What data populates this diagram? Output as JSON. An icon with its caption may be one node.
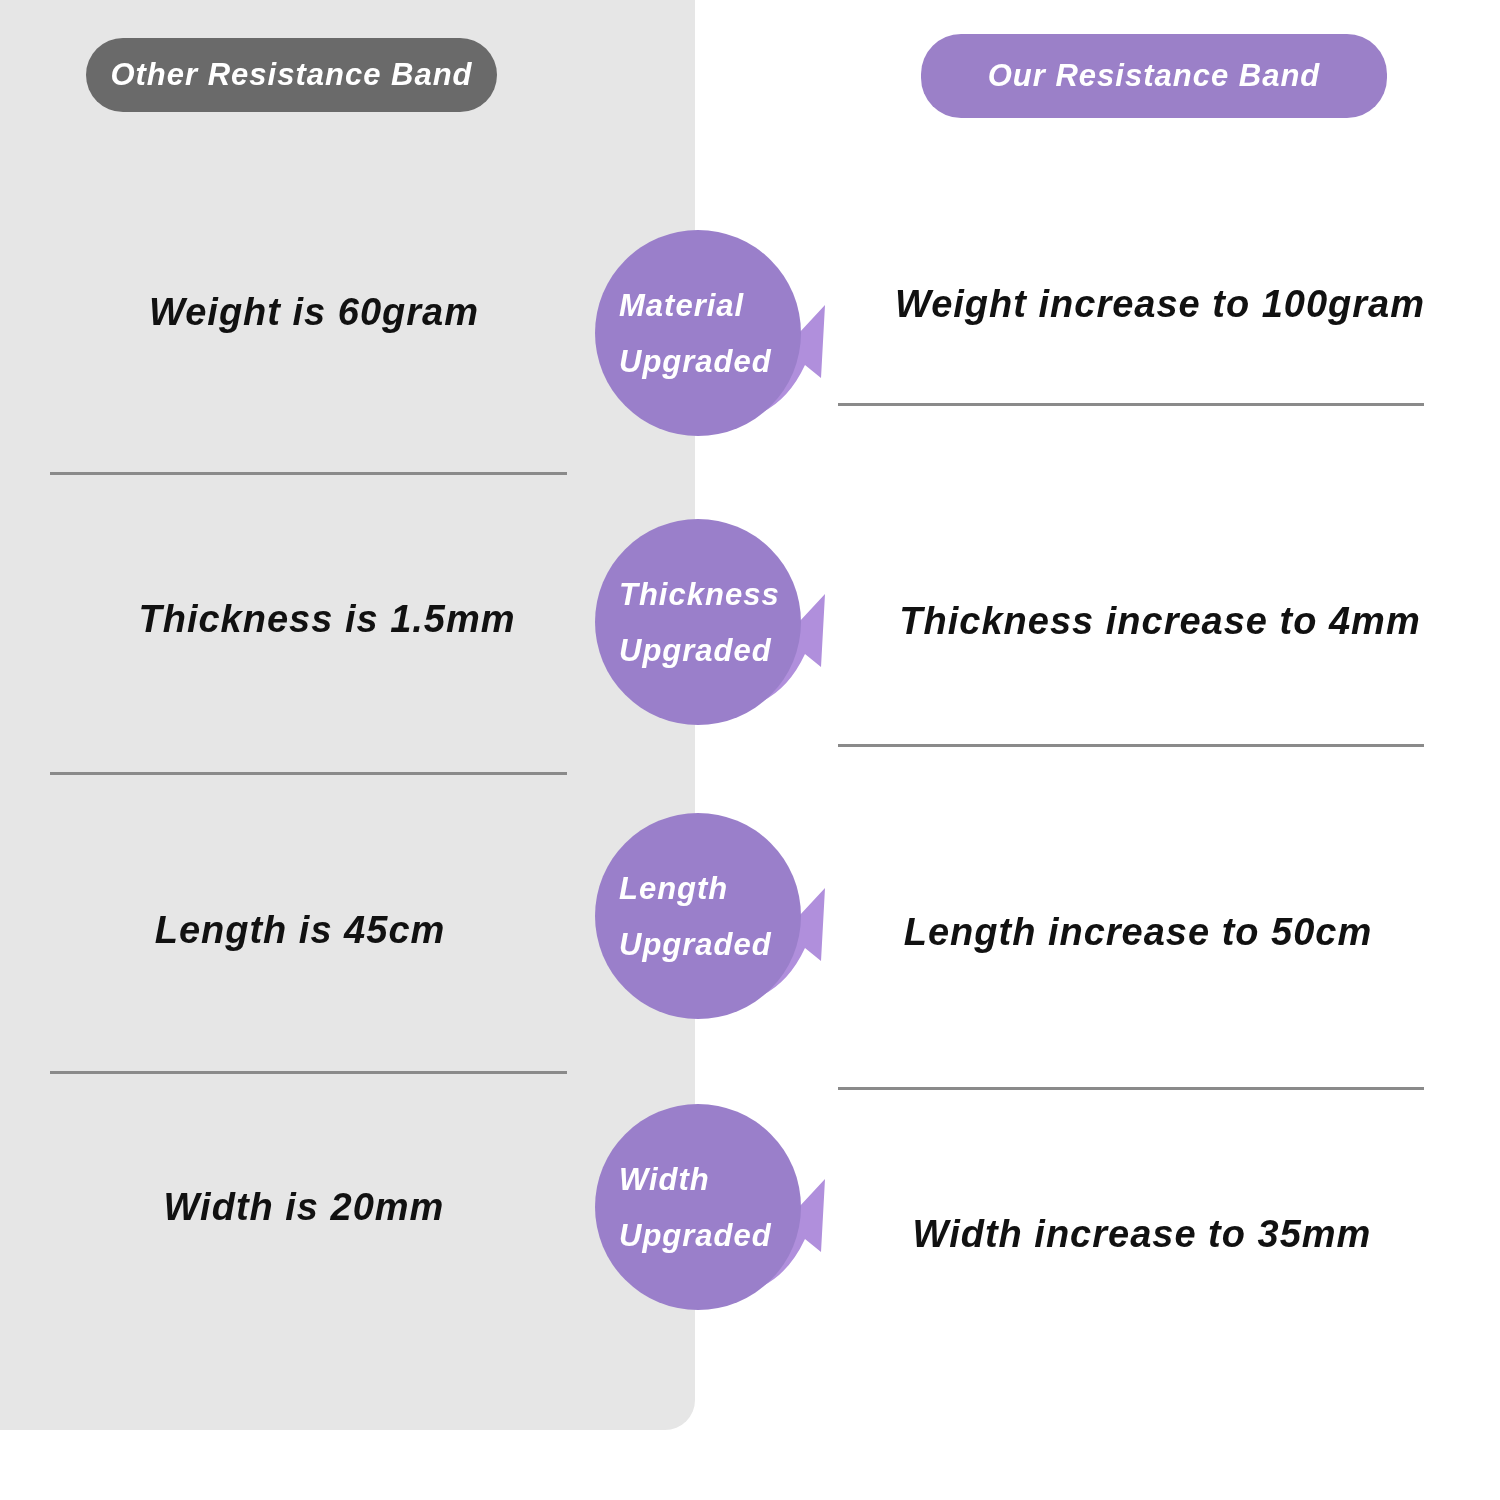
{
  "diagram": {
    "nodes": [
      {
        "text": [
          "Other Resistance Band"
        ]
      },
      {
        "text": [
          "Our Resistance Band"
        ]
      },
      {
        "text": [
          "Material Upgraded"
        ]
      },
      {
        "text": [
          "Thickness Upgraded"
        ]
      },
      {
        "text": [
          "Length Upgraded"
        ]
      },
      {
        "text": [
          "Width Upgraded"
        ]
      }
    ],
    "labels": [
      "Weight is 60gram",
      "Weight increase to 100gram",
      "Thickness is 1.5mm",
      "Thickness increase to 4mm",
      "Length is 45cm",
      "Length increase to 50cm",
      "Width is 20mm",
      "Width increase to 35mm"
    ]
  }
}
